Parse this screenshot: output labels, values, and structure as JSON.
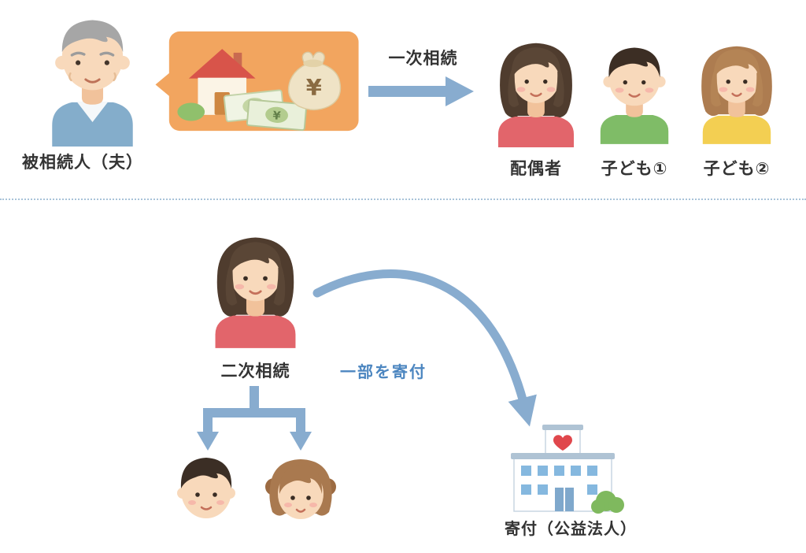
{
  "top": {
    "decedent_label": "被相続人（夫）",
    "arrow_label": "一次相続",
    "assets": {
      "bag_symbol": "¥",
      "bill1_symbol": "¥",
      "bill2_symbol": "¥"
    },
    "heirs": [
      {
        "label": "配偶者"
      },
      {
        "label": "子ども①"
      },
      {
        "label": "子ども②"
      }
    ]
  },
  "bottom": {
    "secondary_label": "二次相続",
    "donation_note": "一部を寄付",
    "donation_label": "寄付（公益法人）"
  },
  "icons": {
    "assets_bubble": [
      "house-icon",
      "bush-icon",
      "banknote-icon",
      "money-bag-icon"
    ],
    "donation": [
      "building-icon",
      "heart-icon",
      "bush-icon"
    ]
  },
  "colors": {
    "arrow_blue": "#88ACCF",
    "bubble_orange": "#F2A55F",
    "label_text": "#333333",
    "note_blue": "#4C86C0",
    "divider_blue": "#A9C3D9",
    "roof_red": "#D8544A",
    "heart_red": "#E0474C"
  }
}
